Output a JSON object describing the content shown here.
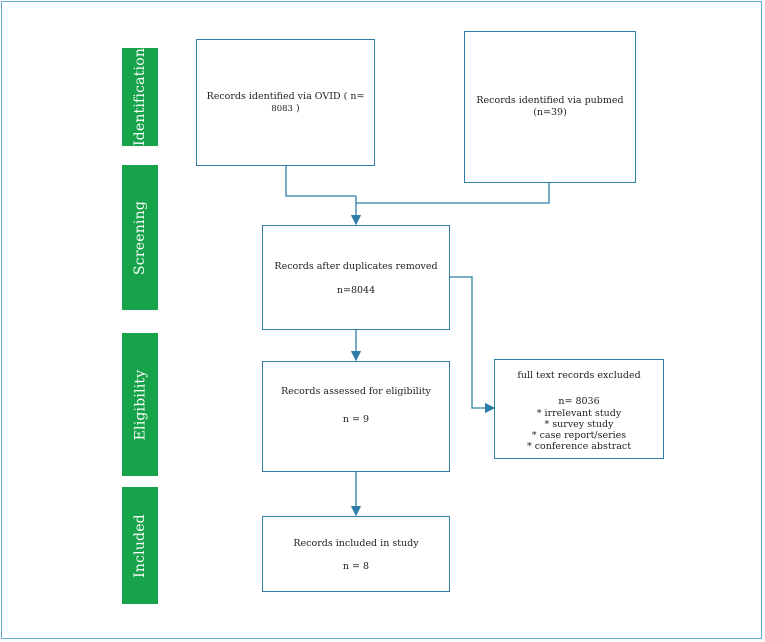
{
  "stages": {
    "identification": "Identification",
    "screening": "Screening",
    "eligibility": "Eligibility",
    "included": "Included"
  },
  "boxes": {
    "ovid": {
      "label": "Records identified via OVID ( n=",
      "count": "8083",
      "close": " )"
    },
    "pubmed": {
      "label": "Records identified via pubmed (n=39)"
    },
    "duplicates": {
      "label": "Records after duplicates removed",
      "count": "n=8044"
    },
    "eligibility": {
      "label": "Records assessed for eligibility",
      "count": "n = 9"
    },
    "included": {
      "label": "Records included in study",
      "count": "n = 8"
    },
    "excluded": {
      "title": "full text records excluded",
      "count": "n= 8036",
      "reasons": [
        "*  irrelevant study",
        "* survey study",
        "* case report/series",
        "* conference abstract"
      ]
    }
  },
  "colors": {
    "stage_fill": "#16a34a",
    "box_border": "#2f7ea8",
    "frame": "#5aa9d6",
    "arrow": "#2f7ea8"
  }
}
